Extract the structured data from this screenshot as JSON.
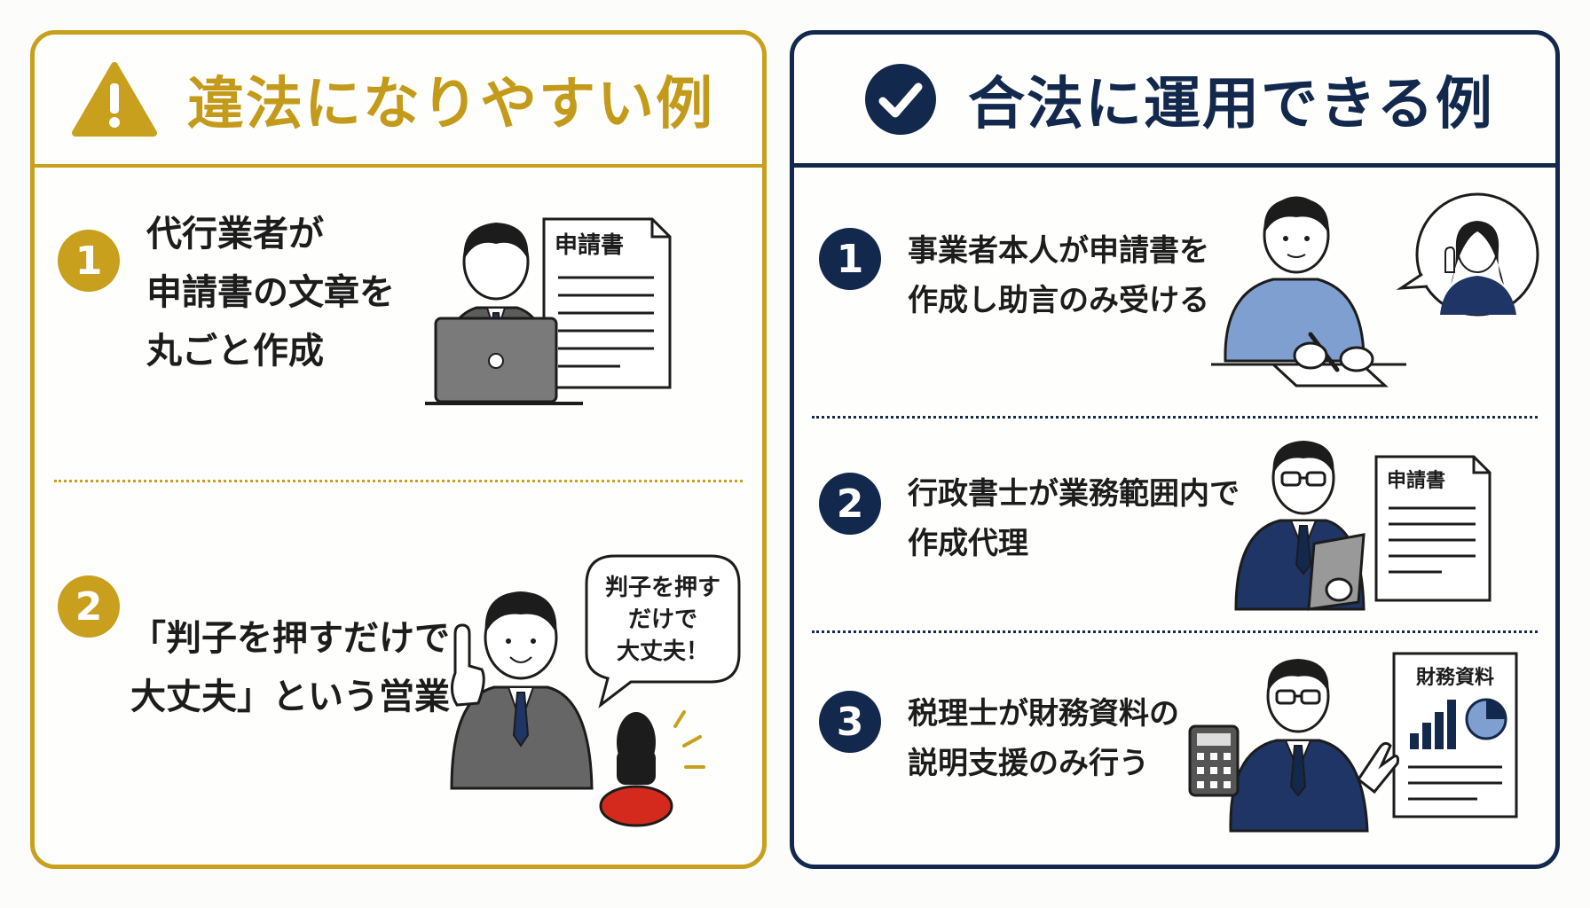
{
  "left_panel": {
    "title": "違法になりやすい例",
    "icon": "warning-triangle-icon",
    "items": [
      {
        "number": "1",
        "lines": [
          "代行業者が",
          "申請書の文章を",
          "丸ごと作成"
        ],
        "doc_label": "申請書"
      },
      {
        "number": "2",
        "lines": [
          "「判子を押すだけで",
          "大丈夫」という営業"
        ],
        "speech_lines": [
          "判子を押す",
          "だけで",
          "大丈夫！"
        ]
      }
    ]
  },
  "right_panel": {
    "title": "合法に運用できる例",
    "icon": "check-circle-icon",
    "items": [
      {
        "number": "1",
        "lines": [
          "事業者本人が申請書を",
          "作成し助言のみ受ける"
        ]
      },
      {
        "number": "2",
        "lines": [
          "行政書士が業務範囲内で",
          "作成代理"
        ],
        "doc_label": "申請書"
      },
      {
        "number": "3",
        "lines": [
          "税理士が財務資料の",
          "説明支援のみ行う"
        ],
        "doc_label": "財務資料"
      }
    ]
  },
  "colors": {
    "gold": "#c9a01d",
    "navy": "#13284d",
    "stamp_red": "#d42a1e",
    "shirt_blue": "#7f9fd0"
  }
}
